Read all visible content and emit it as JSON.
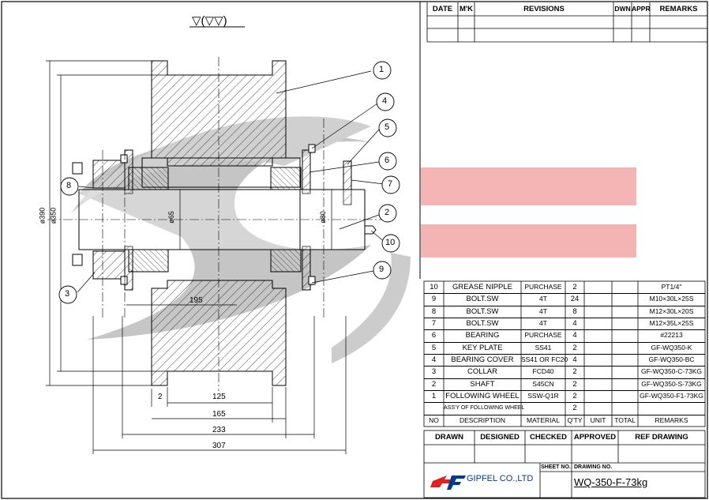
{
  "surface_finish": "▽(▽▽)",
  "revisions": {
    "headers": [
      "DATE",
      "M'K",
      "REVISIONS",
      "DWN",
      "APPR",
      "REMARKS"
    ]
  },
  "dimensions": {
    "d390": "ø390",
    "d350": "ø350",
    "d65": "ø65",
    "d80": "ø80",
    "l195": "195",
    "l2": "2",
    "l125": "125",
    "l165": "165",
    "l233": "233",
    "l307": "307"
  },
  "balloons": [
    "1",
    "2",
    "3",
    "4",
    "5",
    "6",
    "7",
    "8",
    "9",
    "10"
  ],
  "bom": {
    "rows": [
      {
        "no": "10",
        "desc": "GREASE NIPPLE",
        "mat": "PURCHASE",
        "qty": "2",
        "remarks": "PT1/4\""
      },
      {
        "no": "9",
        "desc": "BOLT.SW",
        "mat": "4T",
        "qty": "24",
        "remarks": "M10×30L×25S"
      },
      {
        "no": "8",
        "desc": "BOLT.SW",
        "mat": "4T",
        "qty": "8",
        "remarks": "M12×30L×20S"
      },
      {
        "no": "7",
        "desc": "BOLT.SW",
        "mat": "4T",
        "qty": "4",
        "remarks": "M12×35L×25S"
      },
      {
        "no": "6",
        "desc": "BEARING",
        "mat": "PURCHASE",
        "qty": "4",
        "remarks": "#22213"
      },
      {
        "no": "5",
        "desc": "KEY PLATE",
        "mat": "SS41",
        "qty": "2",
        "remarks": "GF-WQ350-K"
      },
      {
        "no": "4",
        "desc": "BEARING COVER",
        "mat": "SS41 OR FC20",
        "qty": "4",
        "remarks": "GF-WQ350-BC"
      },
      {
        "no": "3",
        "desc": "COLLAR",
        "mat": "FCD40",
        "qty": "2",
        "remarks": "GF-WQ350-C-73KG"
      },
      {
        "no": "2",
        "desc": "SHAFT",
        "mat": "S45CN",
        "qty": "2",
        "remarks": "GF-WQ350-S-73KG"
      },
      {
        "no": "1",
        "desc": "FOLLOWING WHEEL",
        "mat": "SSW-Q1R",
        "qty": "2",
        "remarks": "GF-WQ350-F1-73KG"
      },
      {
        "no": "",
        "desc": "ASS'Y OF FOLLOWING WHEEL",
        "mat": "",
        "qty": "2",
        "remarks": ""
      }
    ],
    "headers": {
      "no": "NO",
      "desc": "DESCRIPTION",
      "mat": "MATERIAL",
      "qty": "Q'TY",
      "unit": "UNIT",
      "total": "TOTAL",
      "remarks": "REMARKS"
    }
  },
  "title_block": {
    "drawn": "DRAWN",
    "designed": "DESIGNED",
    "checked": "CHECKED",
    "approved": "APPROVED",
    "ref": "REF DRAWING",
    "sheet_no_label": "SHEET NO.",
    "drawing_no_label": "DRAWING NO.",
    "company": "GIPFEL CO.,LTD",
    "drawing_no": "WQ-350-F-73kg"
  },
  "colors": {
    "watermark_red": "#f4a8a8",
    "watermark_gray": "#bcbcbc",
    "logo_red": "#d22"
  }
}
